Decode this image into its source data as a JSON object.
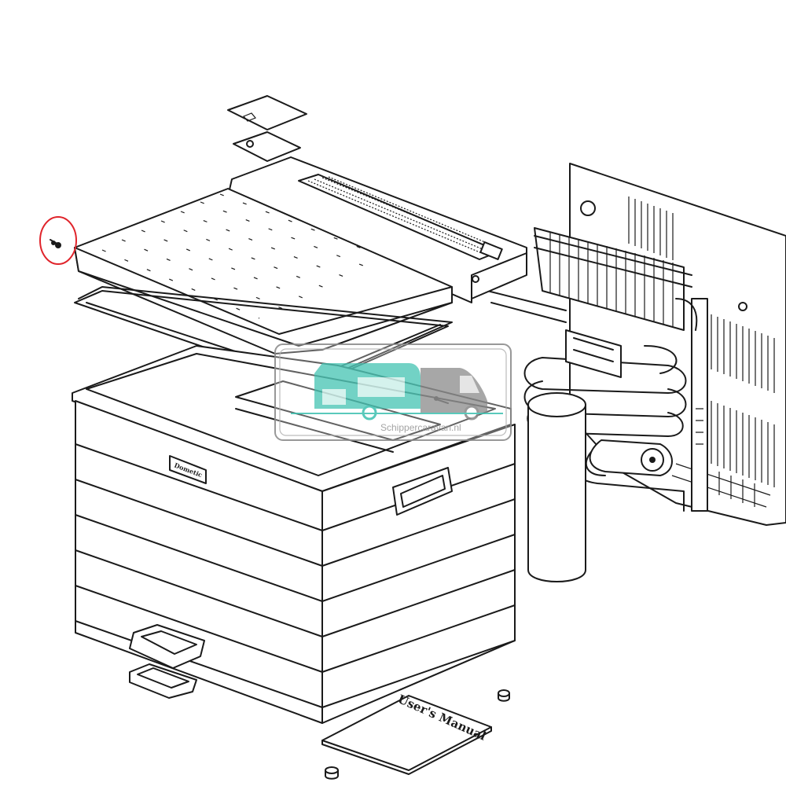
{
  "diagram": {
    "highlight": {
      "color": "#e0242b",
      "part": "screw-fastener"
    },
    "stroke_color": "#1a1a1a",
    "background": "#ffffff"
  },
  "watermark": {
    "text": "Schippercaravan.nl",
    "accent": "#48c4b4",
    "gray": "#8d8d8d"
  },
  "labels": {
    "badge": "Dometic",
    "manual": "User's Manual"
  }
}
